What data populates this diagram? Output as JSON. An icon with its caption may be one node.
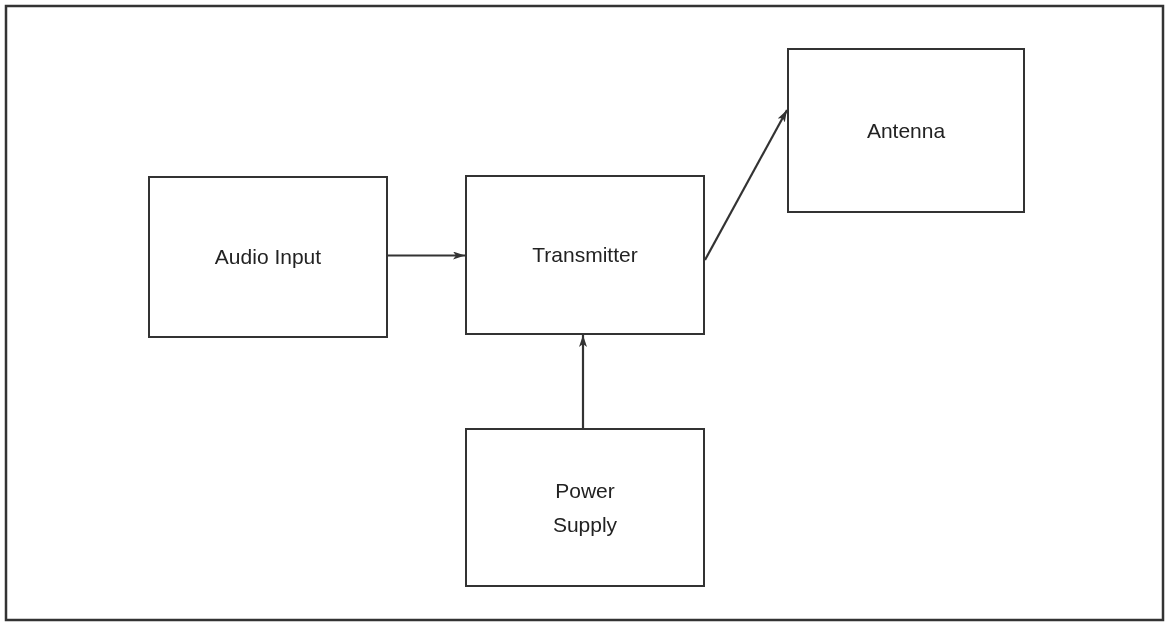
{
  "diagram": {
    "nodes": [
      {
        "text": [
          "Audio Input"
        ]
      },
      {
        "text": [
          "Transmitter"
        ]
      },
      {
        "text": [
          "Antenna"
        ]
      },
      {
        "text": [
          "Power Supply"
        ]
      }
    ],
    "edges": [
      {
        "from": 0,
        "to": 1,
        "arrow": "to"
      },
      {
        "from": 1,
        "to": 2,
        "arrow": "to"
      },
      {
        "from": 3,
        "to": 1,
        "arrow": "to"
      }
    ]
  }
}
